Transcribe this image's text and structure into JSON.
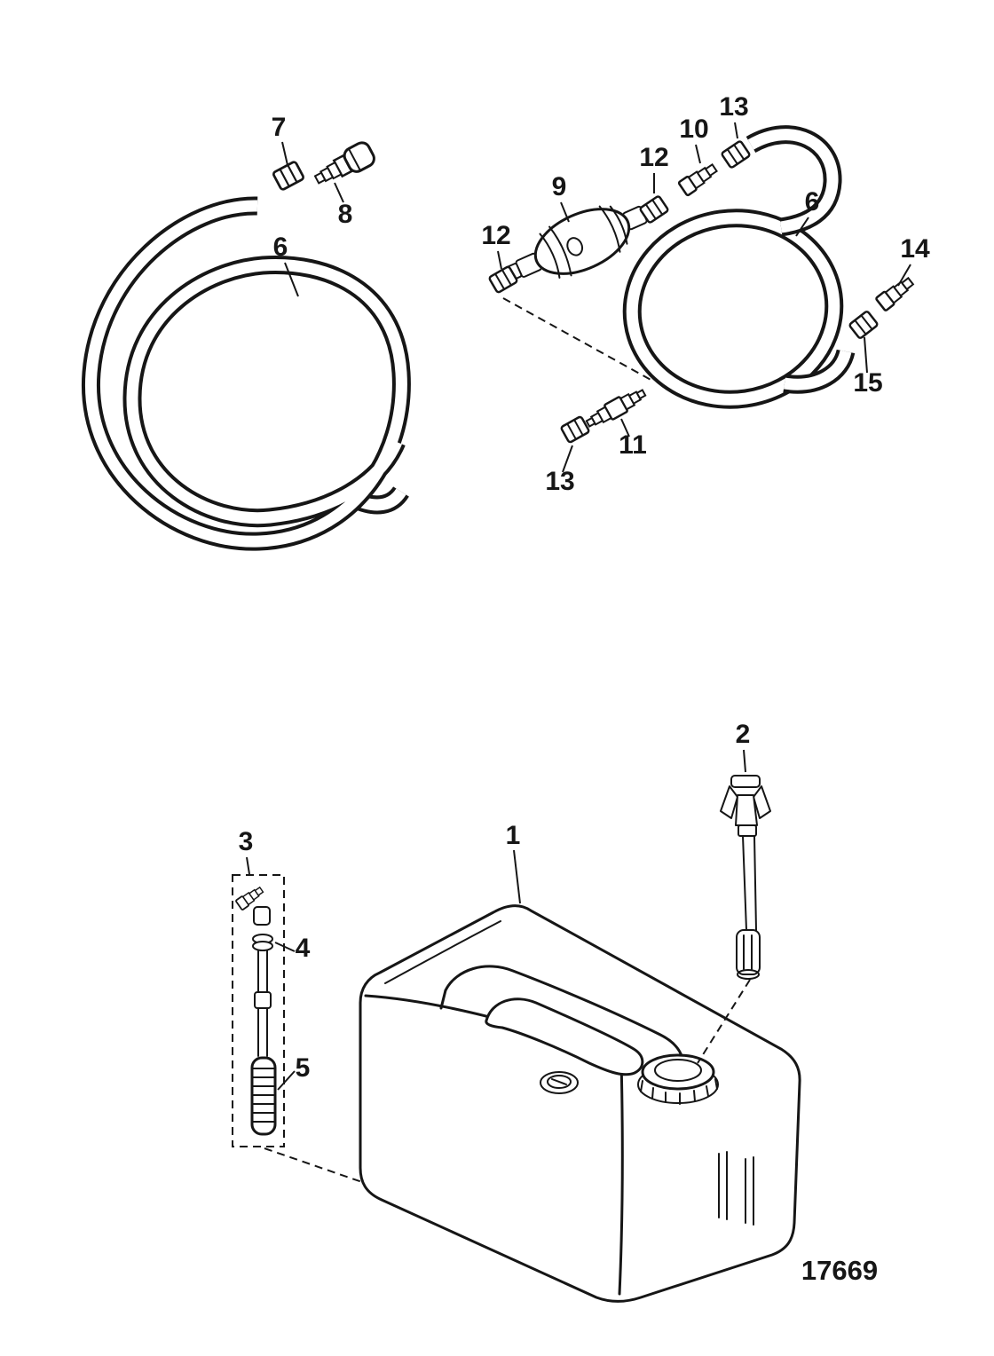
{
  "palette": {
    "background": "#ffffff",
    "line": "#161616"
  },
  "drawing_number": "17669",
  "callouts": [
    {
      "label": "7"
    },
    {
      "label": "8"
    },
    {
      "label": "6"
    },
    {
      "label": "9"
    },
    {
      "label": "12"
    },
    {
      "label": "10"
    },
    {
      "label": "13"
    },
    {
      "label": "6"
    },
    {
      "label": "12"
    },
    {
      "label": "14"
    },
    {
      "label": "15"
    },
    {
      "label": "11"
    },
    {
      "label": "13"
    },
    {
      "label": "2"
    },
    {
      "label": "1"
    },
    {
      "label": "3"
    },
    {
      "label": "4"
    },
    {
      "label": "5"
    }
  ]
}
